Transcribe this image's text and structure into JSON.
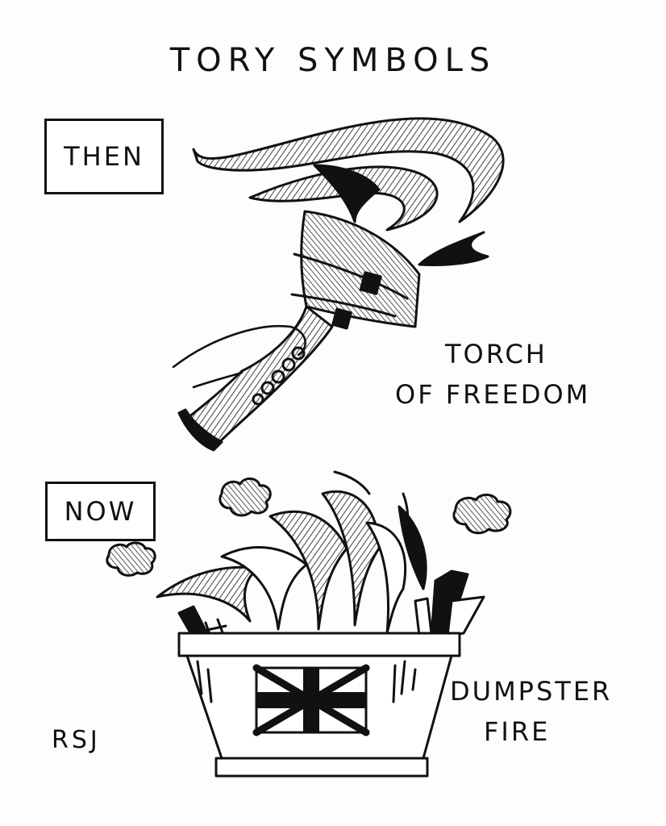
{
  "title": "TORY SYMBOLS",
  "then": {
    "label": "THEN",
    "caption_line1": "TORCH",
    "caption_line2": "OF FREEDOM"
  },
  "now": {
    "label": "NOW",
    "caption_line1": "DUMPSTER",
    "caption_line2": "FIRE"
  },
  "signature": "RSJ",
  "colors": {
    "ink": "#111111",
    "paper": "#fdfdfc"
  }
}
